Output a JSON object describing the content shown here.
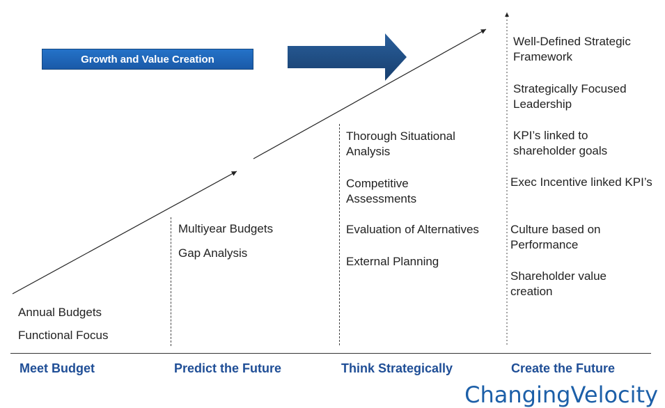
{
  "banner": {
    "label": "Growth and Value Creation"
  },
  "stages": [
    {
      "label": "Meet Budget",
      "items": [
        "Annual Budgets",
        "Functional Focus"
      ]
    },
    {
      "label": "Predict the Future",
      "items": [
        "Multiyear Budgets",
        "Gap Analysis"
      ]
    },
    {
      "label": "Think Strategically",
      "items": [
        "Thorough Situational Analysis",
        "Competitive Assessments",
        "Evaluation of Alternatives",
        "External Planning"
      ]
    },
    {
      "label": "Create the Future",
      "items": [
        "Well-Defined Strategic Framework",
        "Strategically Focused Leadership",
        "KPI’s linked to shareholder goals",
        "Exec Incentive linked KPI’s",
        "Culture based on Performance",
        "Shareholder value creation"
      ]
    }
  ],
  "logo": {
    "text": "ChangingVelocity"
  },
  "colors": {
    "accent": "#1f4e96",
    "banner": "#1a5aa8",
    "arrow": "#1d4e84"
  }
}
